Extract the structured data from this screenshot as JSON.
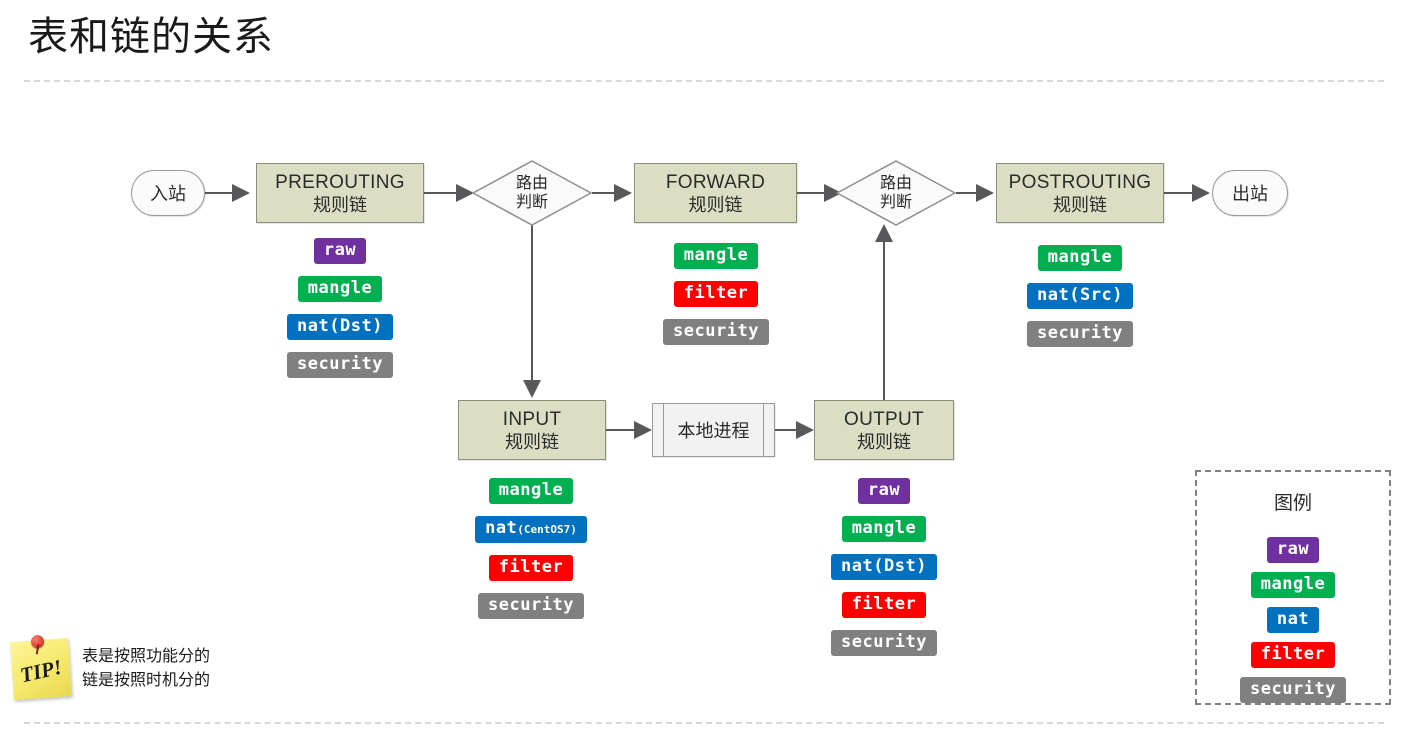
{
  "page": {
    "title": "表和链的关系"
  },
  "flow": {
    "entry": {
      "label": "入站"
    },
    "exit": {
      "label": "出站"
    },
    "prerouting": {
      "line1": "PREROUTING",
      "line2": "规则链"
    },
    "forward": {
      "line1": "FORWARD",
      "line2": "规则链"
    },
    "postrouting": {
      "line1": "POSTROUTING",
      "line2": "规则链"
    },
    "input": {
      "line1": "INPUT",
      "line2": "规则链"
    },
    "output": {
      "line1": "OUTPUT",
      "line2": "规则链"
    },
    "route_decision_1": {
      "line1": "路由",
      "line2": "判断"
    },
    "route_decision_2": {
      "line1": "路由",
      "line2": "判断"
    },
    "local_process": {
      "label": "本地进程"
    }
  },
  "tables": {
    "prerouting": [
      {
        "name": "raw",
        "label": "raw",
        "color": "#7030a0"
      },
      {
        "name": "mangle",
        "label": "mangle",
        "color": "#00b050"
      },
      {
        "name": "nat",
        "label": "nat(Dst)",
        "color": "#0070c0"
      },
      {
        "name": "security",
        "label": "security",
        "color": "#808080"
      }
    ],
    "forward": [
      {
        "name": "mangle",
        "label": "mangle",
        "color": "#00b050"
      },
      {
        "name": "filter",
        "label": "filter",
        "color": "#ff0000"
      },
      {
        "name": "security",
        "label": "security",
        "color": "#808080"
      }
    ],
    "postrouting": [
      {
        "name": "mangle",
        "label": "mangle",
        "color": "#00b050"
      },
      {
        "name": "nat",
        "label": "nat(Src)",
        "color": "#0070c0"
      },
      {
        "name": "security",
        "label": "security",
        "color": "#808080"
      }
    ],
    "input": [
      {
        "name": "mangle",
        "label": "mangle",
        "color": "#00b050"
      },
      {
        "name": "nat",
        "label": "nat",
        "suffix": "(CentOS7)",
        "color": "#0070c0"
      },
      {
        "name": "filter",
        "label": "filter",
        "color": "#ff0000"
      },
      {
        "name": "security",
        "label": "security",
        "color": "#808080"
      }
    ],
    "output": [
      {
        "name": "raw",
        "label": "raw",
        "color": "#7030a0"
      },
      {
        "name": "mangle",
        "label": "mangle",
        "color": "#00b050"
      },
      {
        "name": "nat",
        "label": "nat(Dst)",
        "color": "#0070c0"
      },
      {
        "name": "filter",
        "label": "filter",
        "color": "#ff0000"
      },
      {
        "name": "security",
        "label": "security",
        "color": "#808080"
      }
    ]
  },
  "legend": {
    "title": "图例",
    "items": [
      {
        "name": "raw",
        "label": "raw",
        "color": "#7030a0"
      },
      {
        "name": "mangle",
        "label": "mangle",
        "color": "#00b050"
      },
      {
        "name": "nat",
        "label": "nat",
        "color": "#0070c0"
      },
      {
        "name": "filter",
        "label": "filter",
        "color": "#ff0000"
      },
      {
        "name": "security",
        "label": "security",
        "color": "#808080"
      }
    ]
  },
  "tip": {
    "badge": "TIP!",
    "line1": "表是按照功能分的",
    "line2": "链是按照时机分的"
  }
}
